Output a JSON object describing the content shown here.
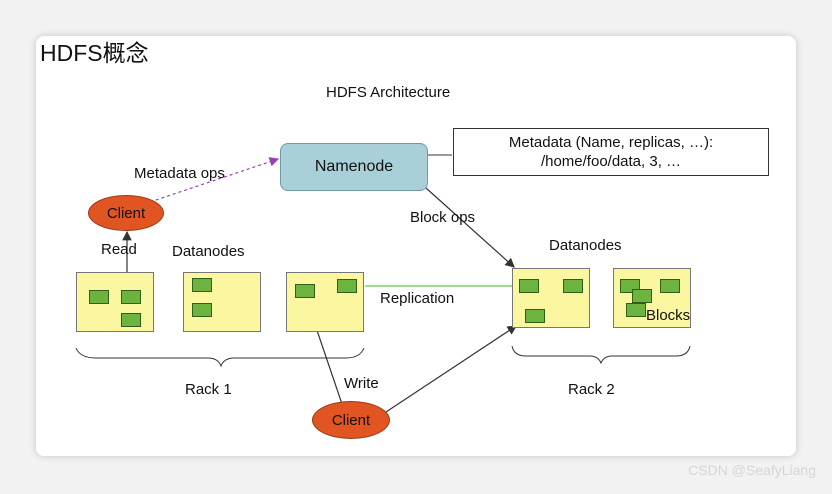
{
  "page_title": "HDFS概念",
  "diagram": {
    "title": "HDFS Architecture",
    "namenode": "Namenode",
    "metadata_box": {
      "line1": "Metadata (Name, replicas, …):",
      "line2": "/home/foo/data, 3, …"
    },
    "labels": {
      "metadata_ops": "Metadata ops",
      "block_ops": "Block ops",
      "read": "Read",
      "write": "Write",
      "replication": "Replication",
      "blocks": "Blocks",
      "datanodes_left": "Datanodes",
      "datanodes_right": "Datanodes",
      "rack1": "Rack 1",
      "rack2": "Rack 2"
    },
    "client_top": "Client",
    "client_bottom": "Client"
  },
  "watermark": "CSDN @SeafyLiang",
  "colors": {
    "namenode_fill": "#a9d0d8",
    "client_fill": "#e05522",
    "datanode_fill": "#fbf6a0",
    "block_fill": "#6db33f",
    "replication_line": "#7fd36a",
    "metadata_ops_line": "#9b3fb5"
  }
}
